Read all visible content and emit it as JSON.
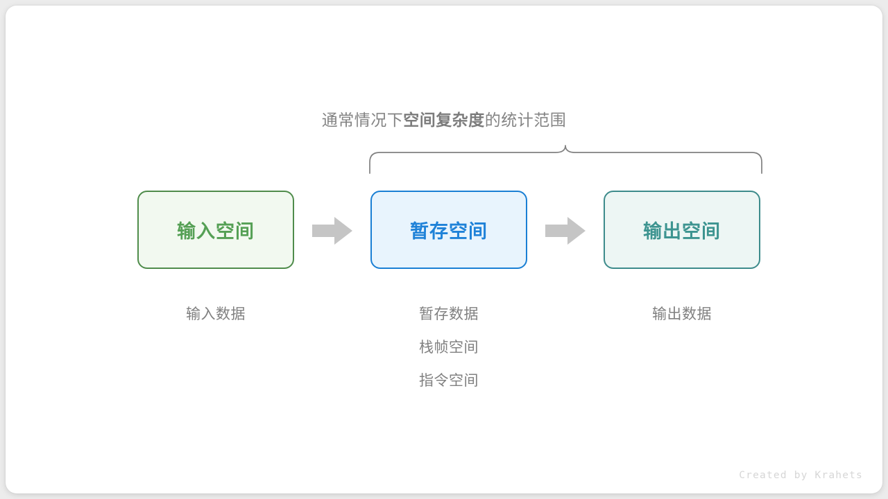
{
  "diagram": {
    "title": {
      "prefix": "通常情况下",
      "emphasis": "空间复杂度",
      "suffix": "的统计范围"
    },
    "boxes": [
      {
        "label": "输入空间",
        "color": "#55a055",
        "border": "#4f8c4b",
        "fill": "#f2f9f0"
      },
      {
        "label": "暂存空间",
        "color": "#1f82d8",
        "border": "#1a7fd4",
        "fill": "#e8f4fd"
      },
      {
        "label": "输出空间",
        "color": "#3d9490",
        "border": "#3d8b8b",
        "fill": "#edf6f4"
      }
    ],
    "captions": [
      {
        "lines": [
          "输入数据"
        ]
      },
      {
        "lines": [
          "暂存数据",
          "栈帧空间",
          "指令空间"
        ]
      },
      {
        "lines": [
          "输出数据"
        ]
      }
    ],
    "arrows": [
      {
        "name": "arrow-input-to-temp"
      },
      {
        "name": "arrow-temp-to-output"
      }
    ],
    "brace": {
      "name": "scope-brace",
      "color": "#808080",
      "spans": [
        "暂存空间",
        "输出空间"
      ]
    },
    "watermark": "Created by Krahets"
  }
}
